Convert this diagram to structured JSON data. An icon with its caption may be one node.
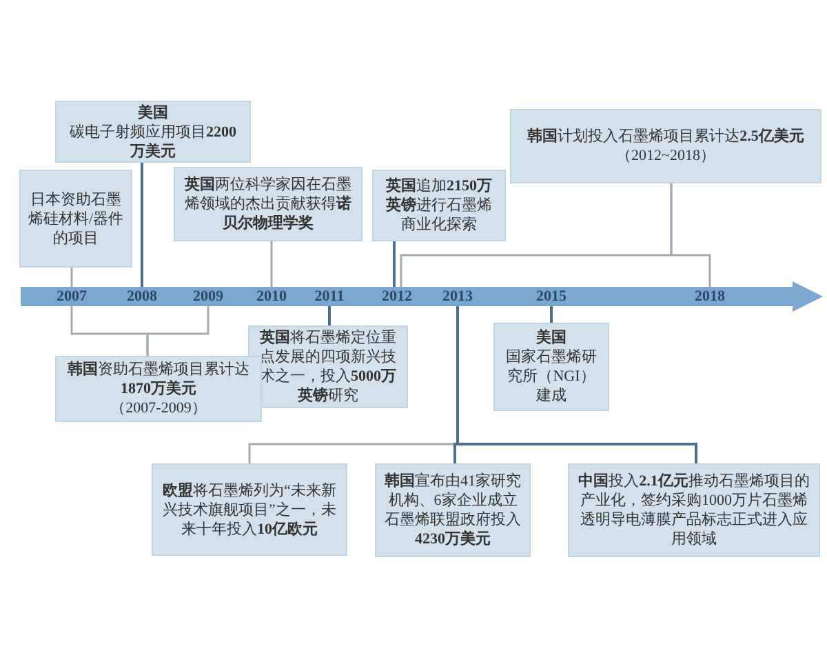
{
  "diagram": {
    "nodes": [
      {
        "text": [],
        "shape": "band"
      },
      {
        "text": [
          "2007"
        ],
        "in": 0
      },
      {
        "text": [
          "2008"
        ],
        "in": 0
      },
      {
        "text": [
          "2009"
        ],
        "in": 0
      },
      {
        "text": [
          "2010"
        ],
        "in": 0
      },
      {
        "text": [
          "2011"
        ],
        "in": 0
      },
      {
        "text": [
          "2012"
        ],
        "in": 0
      },
      {
        "text": [
          "2013"
        ],
        "in": 0
      },
      {
        "text": [
          "2015"
        ],
        "in": 0
      },
      {
        "text": [
          "2018"
        ],
        "in": 0
      },
      {
        "text": [
          "美国",
          "碳电子射频应用项目**2200万美元**"
        ]
      },
      {
        "text": [
          "**韩国**计划投入石墨烯项目累计达**2.5亿美元**",
          "（2012~2018）"
        ]
      },
      {
        "text": [
          "日本资助石墨烯硅材料/器件的项目"
        ]
      },
      {
        "text": [
          "**英国**两位科学家因在石墨烯领域的杰出贡献获得**诺贝尔物理学奖**"
        ]
      },
      {
        "text": [
          "**英国**追加**2150万英镑**进行石墨烯商业化探索"
        ]
      },
      {
        "text": [
          "**英国**将石墨烯定位重点发展的四项新兴技术之一，投入**5000万英镑**研究"
        ]
      },
      {
        "text": [
          "**韩国**资助石墨烯项目累计达**1870万美元**",
          "（2007-2009）"
        ]
      },
      {
        "text": [
          "美国",
          "国家石墨烯研究所（NGI）建成"
        ]
      },
      {
        "text": [
          "**欧盟**将石墨烯列为“未来新兴技术旗舰项目”之一，未来十年投入**10亿欧元**"
        ]
      },
      {
        "text": [
          "**韩国**宣布由41家研究机构、6家企业成立石墨烯联盟政府投入**4230万美元**"
        ]
      },
      {
        "text": [
          "**中国**投入**2.1亿元**推动石墨烯项目的产业化，签约采购1000万片石墨烯透明导电薄膜产品标志正式进入应用领域"
        ]
      }
    ],
    "edges": [
      {
        "from": 1,
        "to": 12,
        "arrow": "none"
      },
      {
        "from": 2,
        "to": 10,
        "arrow": "none",
        "color": "#4d6f8c"
      },
      {
        "from": 4,
        "to": 13,
        "arrow": "none"
      },
      {
        "from": 6,
        "to": 14,
        "arrow": "none",
        "color": "#4d6f8c"
      },
      {
        "from": 6,
        "to": 11,
        "arrow": "none"
      },
      {
        "from": 9,
        "to": 11,
        "arrow": "none"
      },
      {
        "from": 1,
        "to": 16,
        "arrow": "none"
      },
      {
        "from": 3,
        "to": 16,
        "arrow": "none"
      },
      {
        "from": 5,
        "to": 15,
        "arrow": "none",
        "color": "#4d6f8c"
      },
      {
        "from": 8,
        "to": 17,
        "arrow": "none",
        "color": "#4d6f8c"
      },
      {
        "from": 7,
        "to": 18,
        "arrow": "none"
      },
      {
        "from": 7,
        "to": 19,
        "arrow": "none",
        "color": "#4d6f8c"
      },
      {
        "from": 7,
        "to": 20,
        "arrow": "none",
        "color": "#4d6f8c"
      }
    ]
  }
}
